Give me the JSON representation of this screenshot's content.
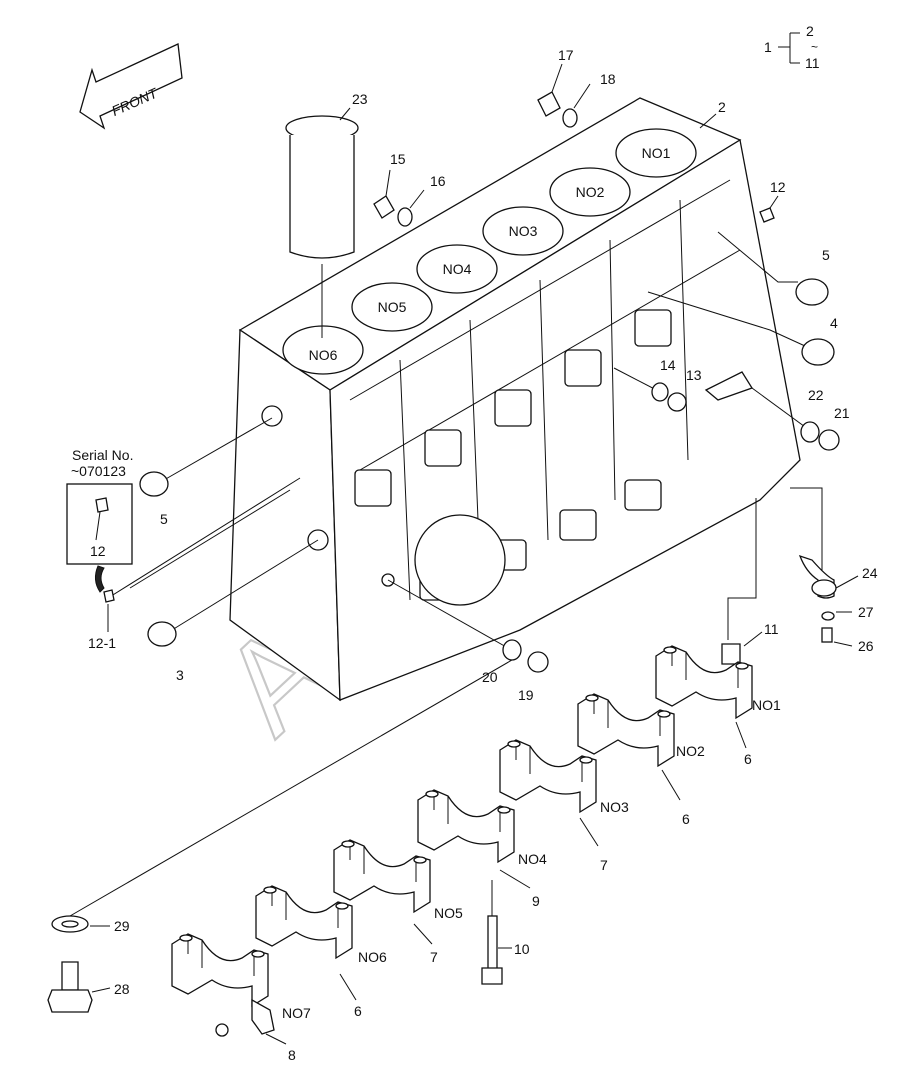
{
  "watermark": "AutoSoft",
  "front_label": "FRONT",
  "assembly": {
    "main": "1",
    "range_start": "2",
    "tilde": "~",
    "range_end": "11"
  },
  "serial_note": {
    "line1": "Serial No.",
    "line2": "~070123",
    "part": "12"
  },
  "cylinders": [
    "NO1",
    "NO2",
    "NO3",
    "NO4",
    "NO5",
    "NO6"
  ],
  "bearing_caps": [
    "NO1",
    "NO2",
    "NO3",
    "NO4",
    "NO5",
    "NO6",
    "NO7"
  ],
  "callouts": {
    "c2": "2",
    "c3": "3",
    "c4": "4",
    "c5a": "5",
    "c5b": "5",
    "c6a": "6",
    "c6b": "6",
    "c6c": "6",
    "c7a": "7",
    "c7b": "7",
    "c8": "8",
    "c9": "9",
    "c10": "10",
    "c11": "11",
    "c12": "12",
    "c12_1": "12-1",
    "c13": "13",
    "c14": "14",
    "c15": "15",
    "c16": "16",
    "c17": "17",
    "c18": "18",
    "c19": "19",
    "c20": "20",
    "c21": "21",
    "c22": "22",
    "c23": "23",
    "c24": "24",
    "c26": "26",
    "c27": "27",
    "c28": "28",
    "c29": "29"
  }
}
